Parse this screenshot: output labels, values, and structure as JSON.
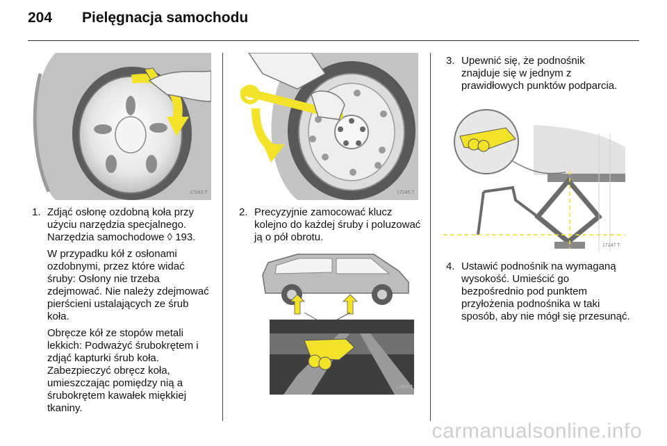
{
  "header": {
    "page_number": "204",
    "chapter_title": "Pielęgnacja samochodu"
  },
  "figures": [
    {
      "id": "wheel-cover",
      "label": "17243 T"
    },
    {
      "id": "wrench-bolts",
      "label": "17245 T"
    },
    {
      "id": "car-jack-points",
      "label": "17465 T"
    },
    {
      "id": "scissor-jack",
      "label": "17247 T"
    }
  ],
  "steps": [
    {
      "num": "1.",
      "text_before_ref": "Zdjąć osłonę ozdobną koła przy użyciu narzędzia specjalnego. Narzędzia samochodowe",
      "ref_symbol": "◊",
      "ref_page": "193.",
      "notes": [
        "W przypadku kół z osłonami ozdobnymi, przez które widać śruby: Osłony nie trzeba zdejmować. Nie należy zdejmować pierścieni ustalających ze śrub koła.",
        "Obręcze kół ze stopów metali lekkich: Podważyć śrubokrętem i zdjąć kapturki śrub koła. Zabezpieczyć obręcz koła, umieszczając pomiędzy nią a śrubokrętem kawałek miękkiej tkaniny."
      ]
    },
    {
      "num": "2.",
      "text": "Precyzyjnie zamocować klucz kolejno do każdej śruby i poluzować ją o pół obrotu."
    },
    {
      "num": "3.",
      "text": "Upewnić się, że podnośnik znajduje się w jednym z prawidłowych punktów podparcia."
    },
    {
      "num": "4.",
      "text": "Ustawić podnośnik na wymaganą wysokość. Umieścić go bezpośrednio pod punktem przyłożenia podnośnika w taki sposób, aby nie mógł się przesunąć."
    }
  ],
  "watermark": "carmanualsonline.info",
  "colors": {
    "accent_yellow": "#f2e22a",
    "figure_gray": "#9a9a9a"
  }
}
